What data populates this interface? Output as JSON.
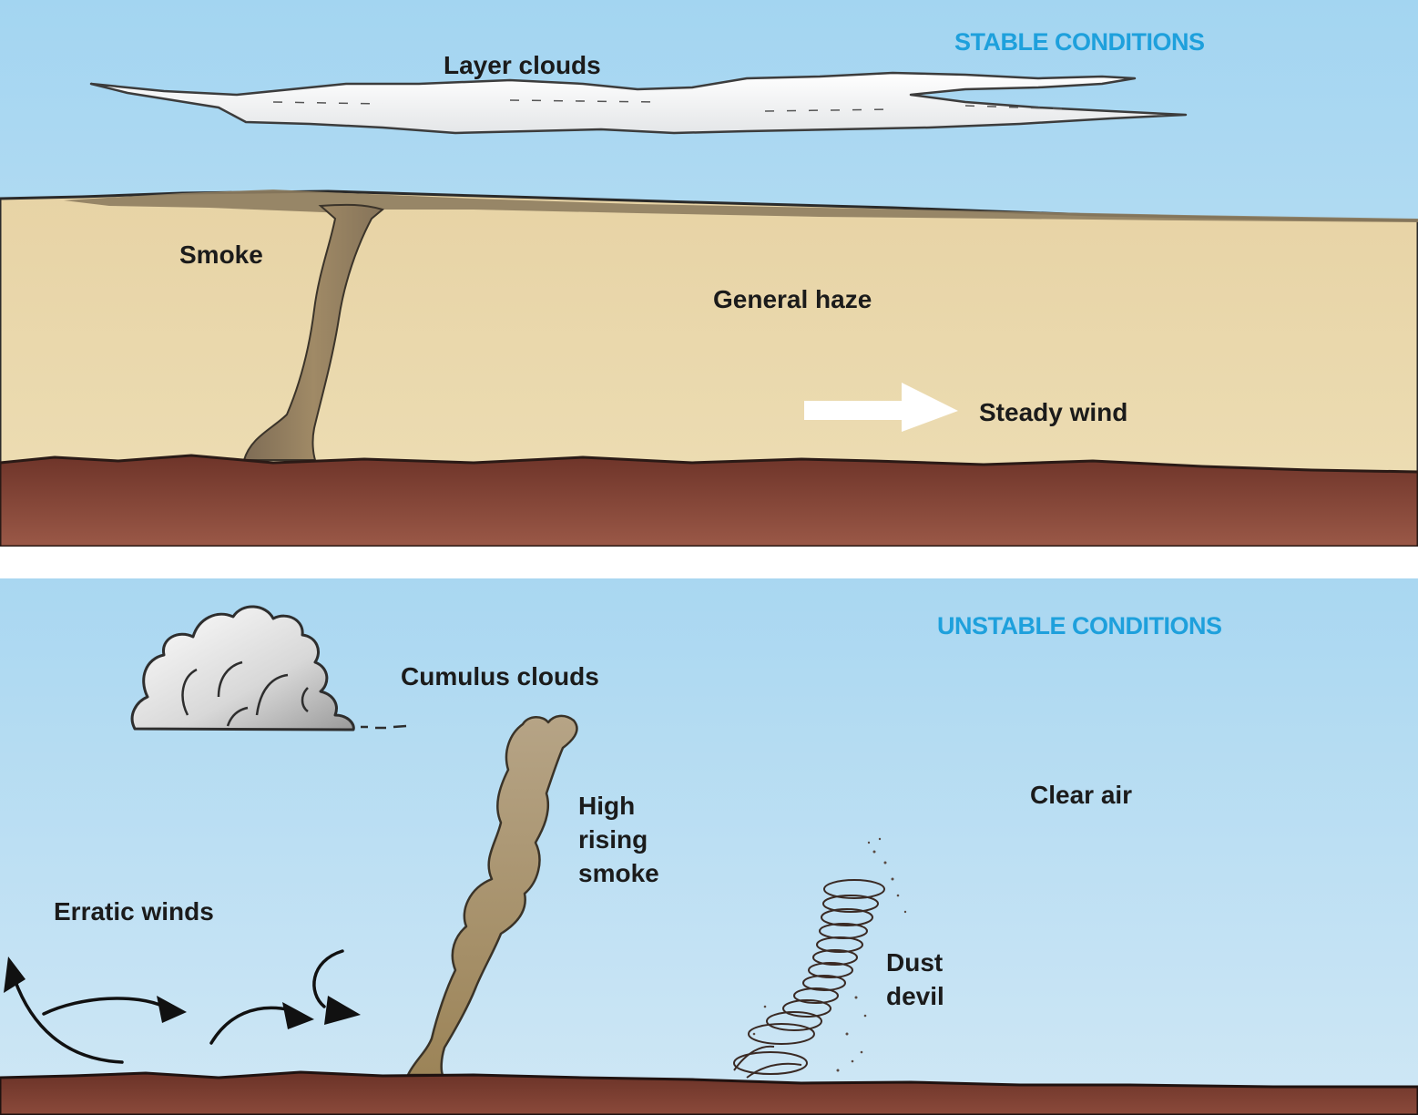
{
  "stable": {
    "heading": "STABLE CONDITIONS",
    "labels": {
      "layer_clouds": "Layer clouds",
      "smoke": "Smoke",
      "general_haze": "General haze",
      "steady_wind": "Steady wind"
    }
  },
  "unstable": {
    "heading": "UNSTABLE CONDITIONS",
    "labels": {
      "cumulus_clouds": "Cumulus clouds",
      "high_rising_smoke": [
        "High",
        "rising",
        "smoke"
      ],
      "clear_air": "Clear air",
      "erratic_winds": "Erratic winds",
      "dust_devil": [
        "Dust",
        "devil"
      ]
    }
  },
  "colors": {
    "heading": "#1ea0dc",
    "sky_top": "#a6d6f1",
    "sky_bottom": "#cde6f5",
    "haze": "#e9d7ac",
    "ground": "#8f4f40",
    "smoke": "#8d7a5c"
  }
}
